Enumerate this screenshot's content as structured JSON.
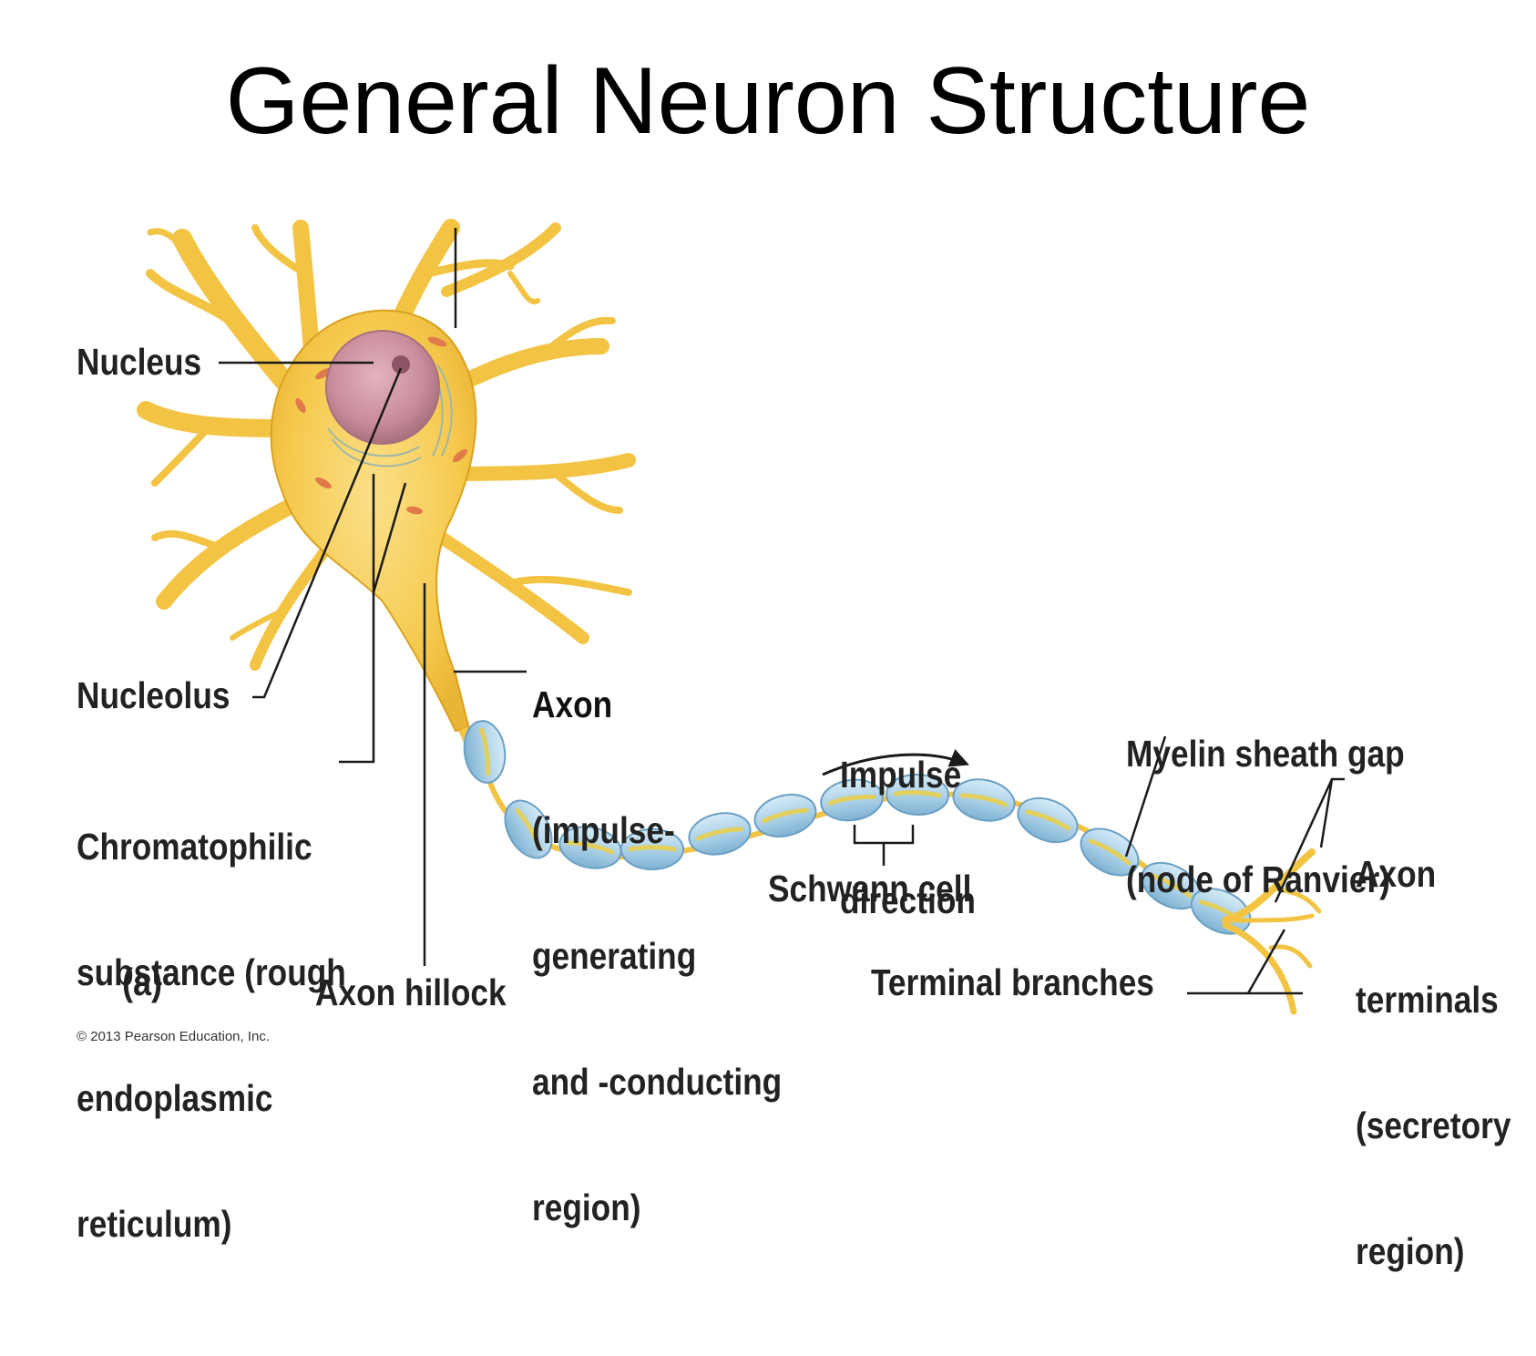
{
  "title": "General Neuron Structure",
  "labels": {
    "nucleus": "Nucleus",
    "nucleolus": "Nucleolus",
    "chromatophilic": [
      "Chromatophilic",
      "substance (rough",
      "endoplasmic",
      "reticulum)"
    ],
    "axon_hillock": "Axon hillock",
    "axon": [
      "Axon",
      "(impulse-",
      "generating",
      "and -conducting",
      "region)"
    ],
    "impulse_direction": [
      "Impulse",
      "direction"
    ],
    "schwann_cell": "Schwann cell",
    "myelin_gap": [
      "Myelin sheath gap",
      "(node of Ranvier)"
    ],
    "axon_terminals": [
      "Axon",
      "terminals",
      "(secretory",
      "region)"
    ],
    "terminal_branches": "Terminal branches",
    "panel": "(a)"
  },
  "copyright": "© 2013 Pearson Education, Inc.",
  "colors": {
    "cell_body": "#f3c443",
    "cell_outline": "#d9a21f",
    "nucleus": "#c98b9a",
    "myelin": "#a9cfe6",
    "myelin_stripe": "#e2cf5c",
    "leader_line": "#1a1a1a"
  }
}
